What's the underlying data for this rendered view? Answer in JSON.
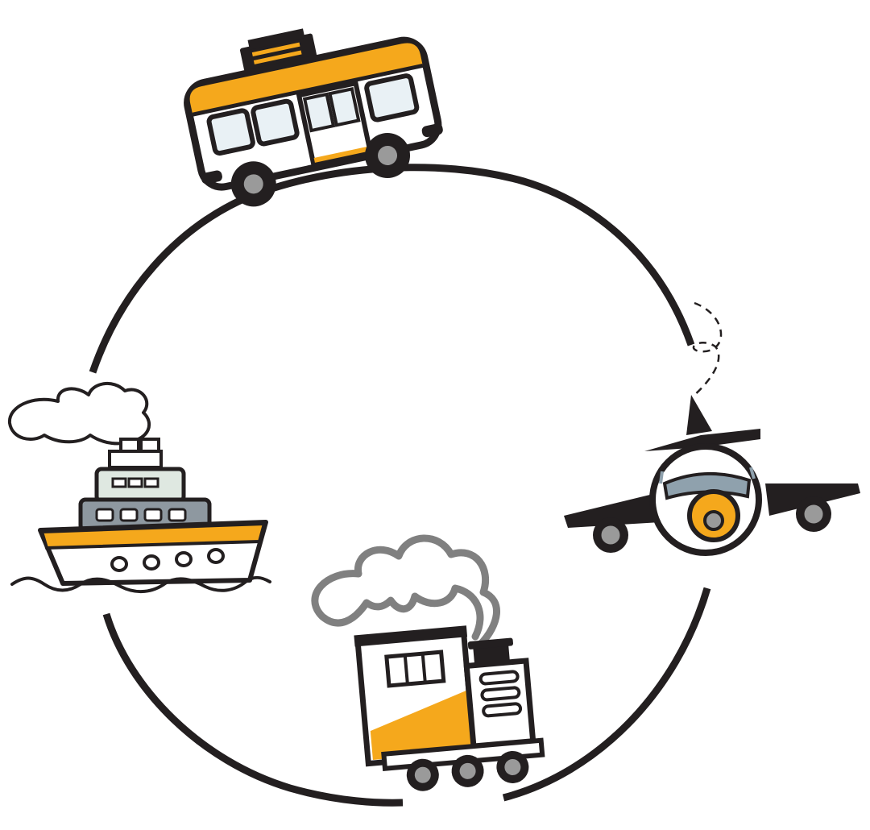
{
  "colors": {
    "ink": "#231f20",
    "accent": "#f5a81c",
    "glass": "#e9f1f5",
    "plane_glass": "#8fa1ad",
    "ship_cabin": "#8e98a0",
    "ship_bridge": "#dfe8e1",
    "wheel_hub": "#9a9a9a",
    "smoke_train": "#808080",
    "background": "#ffffff"
  },
  "vehicles": [
    {
      "id": "bus",
      "icon": "bus-icon"
    },
    {
      "id": "airplane",
      "icon": "airplane-icon"
    },
    {
      "id": "train",
      "icon": "steam-train-icon"
    },
    {
      "id": "ship",
      "icon": "steamship-icon"
    }
  ]
}
